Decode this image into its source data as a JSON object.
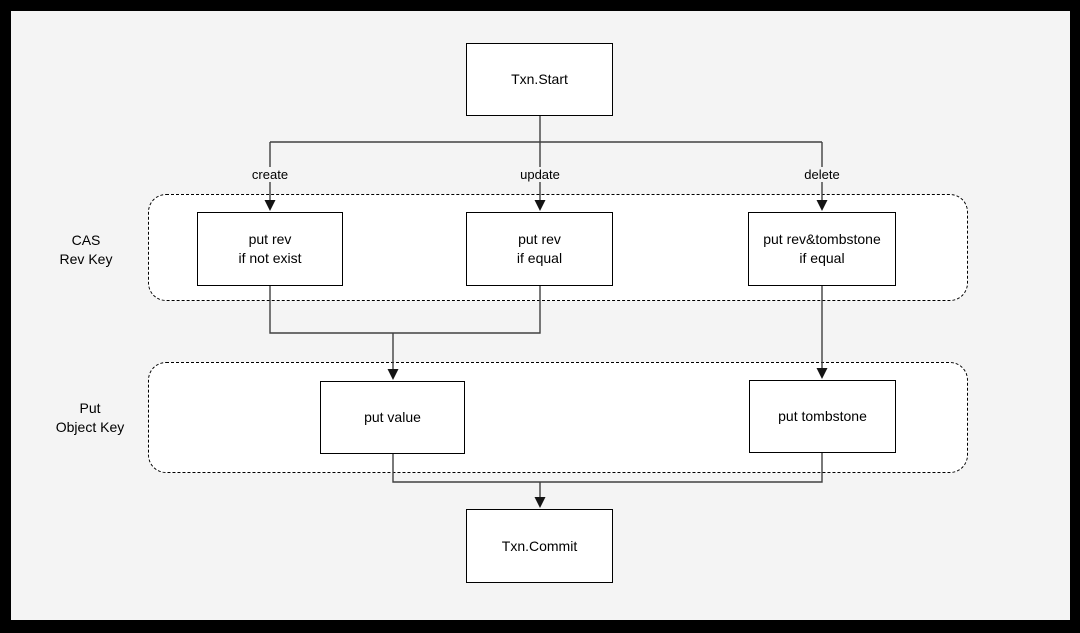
{
  "diagram": {
    "nodes": {
      "txn_start": {
        "label": "Txn.Start"
      },
      "cas_create": {
        "line1": "put rev",
        "line2": "if not exist"
      },
      "cas_update": {
        "line1": "put rev",
        "line2": "if equal"
      },
      "cas_delete": {
        "line1": "put rev&tombstone",
        "line2": "if equal"
      },
      "put_value": {
        "label": "put value"
      },
      "put_tombstone": {
        "label": "put tombstone"
      },
      "txn_commit": {
        "label": "Txn.Commit"
      }
    },
    "edge_labels": {
      "create": "create",
      "update": "update",
      "delete": "delete"
    },
    "groups": {
      "cas_rev_key": {
        "line1": "CAS",
        "line2": "Rev Key"
      },
      "put_object_key": {
        "line1": "Put",
        "line2": "Object Key"
      }
    },
    "colors": {
      "frame": "#000000",
      "canvas_background": "#f4f4f4",
      "node_fill": "#ffffff",
      "node_border": "#000000",
      "connector": "#404040",
      "arrowhead": "#141414"
    }
  }
}
